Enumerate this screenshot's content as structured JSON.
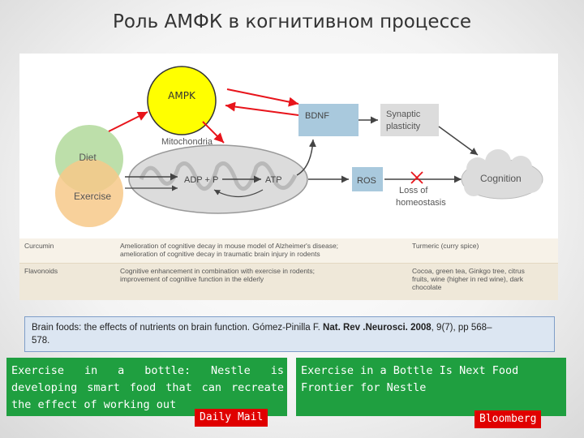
{
  "slide": {
    "title": "Роль АМФК в когнитивном процессе"
  },
  "diagram": {
    "ampk": "AMPK",
    "diet": "Diet",
    "exercise": "Exercise",
    "mitochondria": "Mitochondria",
    "adp": "ADP + P",
    "atp": "ATP",
    "bdnf": "BDNF",
    "synaptic_line1": "Synaptic",
    "synaptic_line2": "plasticity",
    "ros": "ROS",
    "loss_line1": "Loss of",
    "loss_line2": "homeostasis",
    "cognition": "Cognition",
    "colors": {
      "ampk_fill": "#ffff00",
      "diet_fill": "#b6dca1",
      "exercise_fill": "#f7c98a",
      "box_fill": "#a9c9dd",
      "red_arrow": "#e8141b"
    }
  },
  "table": {
    "rows": [
      {
        "compound": "Curcumin",
        "effect_line1": "Amelioration of cognitive decay in mouse model of Alzheimer's disease;",
        "effect_line2": "amelioration of cognitive decay in traumatic brain injury in rodents",
        "source_line1": "Turmeric (curry spice)",
        "source_line2": ""
      },
      {
        "compound": "Flavonoids",
        "effect_line1": "Cognitive enhancement in combination with exercise in rodents;",
        "effect_line2": "improvement of cognitive function in the elderly",
        "source_line1": "Cocoa, green tea, Ginkgo tree, citrus",
        "source_line2": "fruits, wine (higher in red wine), dark",
        "source_line3": "chocolate"
      }
    ]
  },
  "caption": {
    "text_a": "Brain foods: the effects of nutrients on brain function. Gómez-Pinilla F. ",
    "journal": "Nat. Rev",
    "text_b": " .Neurosci. ",
    "year": "2008",
    "text_c": ", 9(7), pp 568–",
    "text_d": "578."
  },
  "news": [
    {
      "text": "Exercise in a bottle: Nestle is developing smart food that can recreate the effect of working out",
      "source": "Daily Mail"
    },
    {
      "text": "Exercise in a Bottle Is Next Food Frontier for Nestle",
      "source": "Bloomberg"
    }
  ]
}
